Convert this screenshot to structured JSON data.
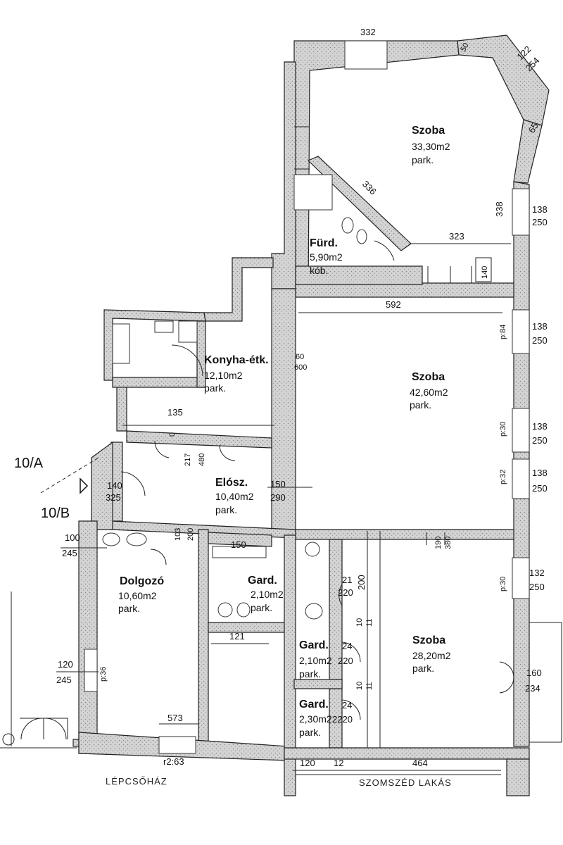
{
  "rooms": {
    "szoba_ne": {
      "name": "Szoba",
      "area": "33,30m2",
      "floor": "park."
    },
    "furdo": {
      "name": "Fürd.",
      "area": "5,90m2",
      "floor": "kób."
    },
    "konyha": {
      "name": "Konyha-étk.",
      "area": "12,10m2",
      "floor": "park."
    },
    "szoba_mid": {
      "name": "Szoba",
      "area": "42,60m2",
      "floor": "park."
    },
    "elosz": {
      "name": "Elósz.",
      "area": "10,40m2",
      "floor": "park."
    },
    "dolgozo": {
      "name": "Dolgozó",
      "area": "10,60m2",
      "floor": "park."
    },
    "gard1": {
      "name": "Gard.",
      "area": "2,10m2",
      "floor": "park."
    },
    "gard2": {
      "name": "Gard.",
      "area": "2,10m2",
      "floor": "park."
    },
    "gard3": {
      "name": "Gard.",
      "area": "2,30m2",
      "floor": "park."
    },
    "szoba_se": {
      "name": "Szoba",
      "area": "28,20m2",
      "floor": "park."
    }
  },
  "dims": {
    "d332": "332",
    "d50": "50",
    "d122": "122",
    "d254": "254",
    "d65": "65",
    "d336": "336",
    "d338": "338",
    "d138a": "138",
    "d250a": "250",
    "d323": "323",
    "d140": "140",
    "d592": "592",
    "d84": "p:84",
    "d138b": "138",
    "d250b": "250",
    "d60": "60",
    "d600": "600",
    "d30a": "p:30",
    "d138c": "138",
    "d250c": "250",
    "d32": "p:32",
    "d138d": "138",
    "d250d": "250",
    "d135": "135",
    "d217": "217",
    "d480": "480",
    "d0": "0",
    "d140b": "140",
    "d325": "325",
    "d150": "150",
    "d290": "290",
    "d100": "100",
    "d245": "245",
    "d103": "103",
    "d200": "200",
    "d150b": "150",
    "d190": "190",
    "d380": "380",
    "d21": "21",
    "d220": "220",
    "d200b": "200",
    "d30b": "p:30",
    "d132": "132",
    "d250e": "250",
    "d10a": "10",
    "d11a": "11",
    "d121": "121",
    "d24a": "24",
    "d220b": "220",
    "d10b": "10",
    "d11b": "11",
    "d24b": "24",
    "d2220": "2220",
    "d120": "120",
    "d245b": "245",
    "d36": "p:36",
    "d160": "160",
    "d234": "234",
    "d573": "573",
    "dr263": "r2:63",
    "d120b": "120",
    "d12": "12",
    "d464": "464"
  },
  "sections": {
    "a": "10/A",
    "b": "10/B"
  },
  "context": {
    "stair": "LÉPCSŐHÁZ",
    "neighbour": "SZOMSZÉD LAKÁS"
  }
}
